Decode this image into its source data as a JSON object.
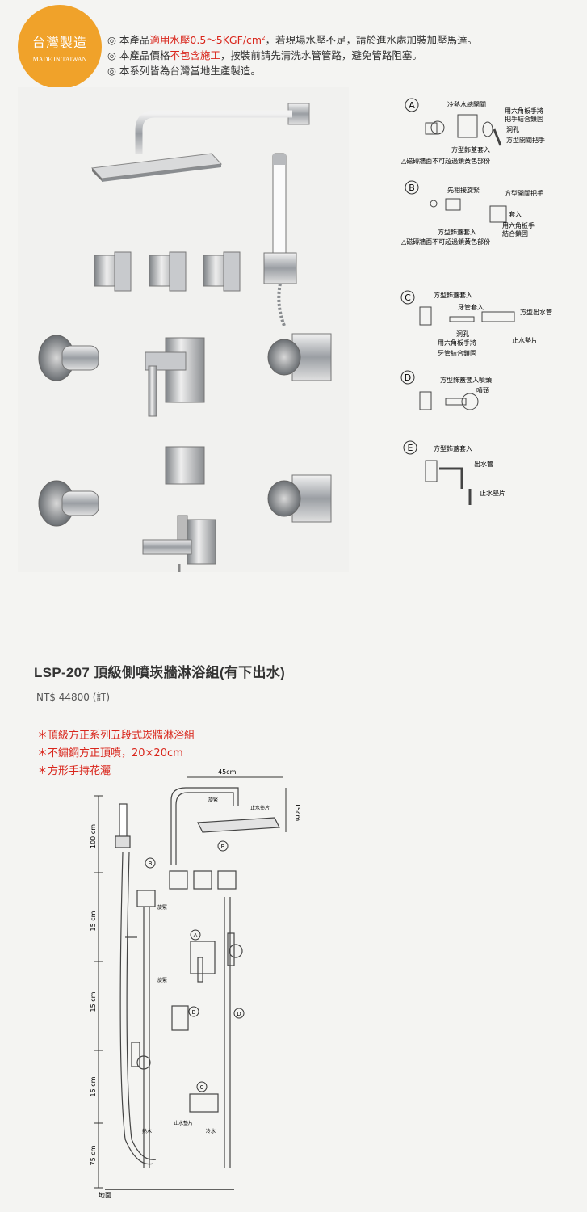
{
  "badge": {
    "zh": "台灣製造",
    "en": "MADE IN TAIWAN"
  },
  "notes": [
    {
      "pre": "◎ 本產品",
      "red": "適用水壓",
      "mid": "0.5～5KGF/cm",
      "sup": "2",
      "post": "，若現場水壓不足，請於進水處加裝加壓馬達。"
    },
    {
      "pre": "◎ 本產品價格",
      "red": "不包含施工",
      "post": "，按裝前請先清洗水管管路，避免管路阻塞。"
    },
    {
      "pre": "◎ 本系列皆為台灣當地生產製造。"
    }
  ],
  "product": {
    "title": "LSP-207  頂級側噴崁牆淋浴組(有下出水)",
    "price": "NT$ 44800 (訂)",
    "features": [
      "＊頂級方正系列五段式崁牆淋浴組",
      "＊不鏽鋼方正頂噴，20×20cm",
      "＊方形手持花灑"
    ]
  },
  "install": {
    "A": {
      "letter": "A",
      "labels": [
        "冷熱水總開關",
        "用六角板手將",
        "把手結合鎖固",
        "洞孔",
        "方型開關把手",
        "方型飾蓋套入",
        "△磁磚牆面不可超過鎖黃色部份"
      ]
    },
    "B": {
      "letter": "B",
      "labels": [
        "先相接旋緊",
        "方型開關把手",
        "套入",
        "用六角板手",
        "結合鎖固",
        "方型飾蓋套入",
        "△磁磚牆面不可超過鎖黃色部份"
      ]
    },
    "C": {
      "letter": "C",
      "labels": [
        "方型飾蓋套入",
        "牙管套入",
        "方型出水管",
        "洞孔",
        "止水墊片",
        "用六角板手將",
        "牙管結合鎖固"
      ]
    },
    "D": {
      "letter": "D",
      "labels": [
        "方型飾蓋套入噴頭",
        "噴頭"
      ]
    },
    "E": {
      "letter": "E",
      "labels": [
        "方型飾蓋套入",
        "出水管",
        "止水墊片"
      ]
    }
  },
  "dims": {
    "width": "45cm",
    "drop": "15cm",
    "d1": "100 cm",
    "d2": "15 cm",
    "d3": "15 cm",
    "d4": "15 cm",
    "d5": "75 cm",
    "floor": "地面",
    "hot": "熱水",
    "cold": "冷水",
    "tight1": "旋緊",
    "tight2": "旋緊",
    "tight3": "旋緊",
    "stop1": "止水墊片",
    "stop2": "止水墊片"
  }
}
